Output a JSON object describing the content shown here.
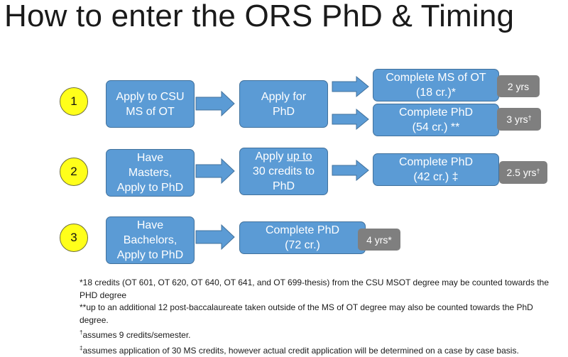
{
  "title": "How to enter the ORS PhD & Timing",
  "rows": {
    "r1": {
      "number": "1",
      "step1": [
        "Apply to CSU",
        "MS of OT"
      ],
      "step2": [
        "Apply for",
        "PhD"
      ],
      "outcome_a": [
        "Complete MS of OT",
        "(18 cr.)*"
      ],
      "time_a": "2 yrs",
      "outcome_b": [
        "Complete PhD",
        "(54 cr.) **"
      ],
      "time_b": "3 yrs",
      "time_b_mark": "†"
    },
    "r2": {
      "number": "2",
      "step1": [
        "Have",
        "Masters,",
        "Apply to PhD"
      ],
      "step2_pre": "Apply ",
      "step2_underlined": "up to",
      "step2_rest": [
        "30 credits to",
        "PhD"
      ],
      "outcome": [
        "Complete PhD",
        "(42 cr.) ‡"
      ],
      "time": "2.5 yrs",
      "time_mark": "†"
    },
    "r3": {
      "number": "3",
      "step1": [
        "Have",
        "Bachelors,",
        "Apply to PhD"
      ],
      "outcome": [
        "Complete PhD",
        "(72 cr.)"
      ],
      "time": "4 yrs*"
    }
  },
  "footnotes": {
    "f1": "*18 credits (OT 601, OT 620, OT 640, OT 641, and OT 699-thesis) from the CSU MSOT degree may be counted towards the PHD degree",
    "f2": "**up to an additional 12 post-baccalaureate taken outside of the MS of OT degree may also be counted towards the PhD degree.",
    "f3_mark": "†",
    "f3_text": "assumes 9 credits/semester.",
    "f4_mark": "‡",
    "f4_text": "assumes application of 30 MS credits, however actual credit application will be determined on a case by case basis."
  },
  "colors": {
    "box_fill": "#5b9bd5",
    "box_border": "#41719c",
    "arrow": "#5b9bd5",
    "time_badge": "#7f7f7f",
    "circle": "#ffff1a"
  }
}
